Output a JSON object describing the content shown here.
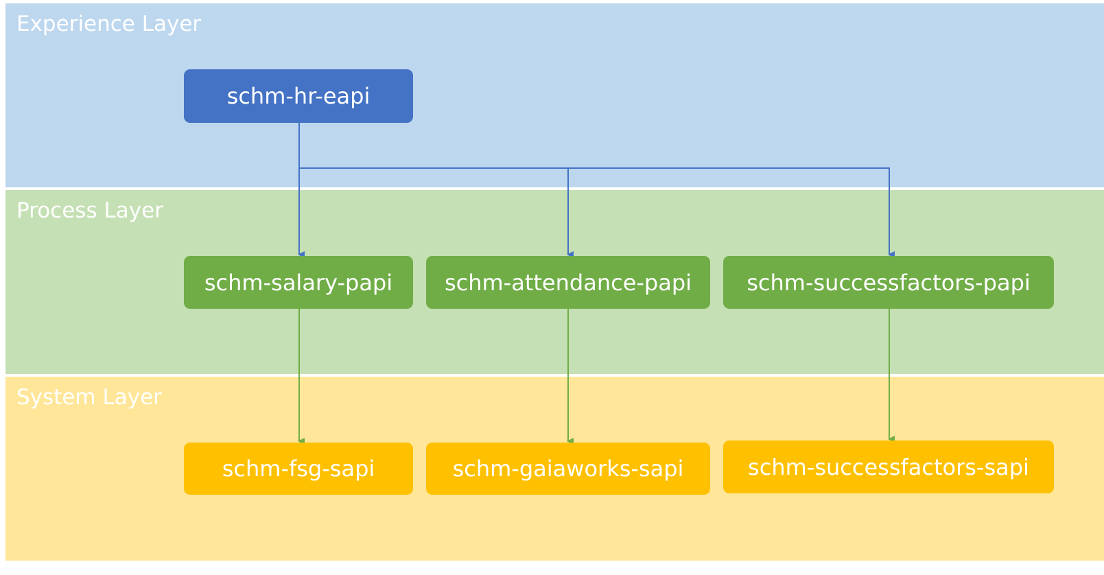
{
  "colors": {
    "experience_band": "#BDD7EE",
    "process_band": "#C5E0B4",
    "system_band": "#FFE699",
    "experience_node": "#4472C4",
    "process_node": "#70AD47",
    "system_node": "#FFC000",
    "arrow_blue": "#4472C4",
    "arrow_green": "#70AD47"
  },
  "layers": {
    "experience": {
      "title": "Experience Layer",
      "nodes": [
        "schm-hr-eapi"
      ]
    },
    "process": {
      "title": "Process Layer",
      "nodes": [
        "schm-salary-papi",
        "schm-attendance-papi",
        "schm-successfactors-papi"
      ]
    },
    "system": {
      "title": "System Layer",
      "nodes": [
        "schm-fsg-sapi",
        "schm-gaiaworks-sapi",
        "schm-successfactors-sapi"
      ]
    }
  },
  "edges": [
    {
      "from": "schm-hr-eapi",
      "to": "schm-salary-papi"
    },
    {
      "from": "schm-hr-eapi",
      "to": "schm-attendance-papi"
    },
    {
      "from": "schm-hr-eapi",
      "to": "schm-successfactors-papi"
    },
    {
      "from": "schm-salary-papi",
      "to": "schm-fsg-sapi"
    },
    {
      "from": "schm-attendance-papi",
      "to": "schm-gaiaworks-sapi"
    },
    {
      "from": "schm-successfactors-papi",
      "to": "schm-successfactors-sapi"
    }
  ]
}
